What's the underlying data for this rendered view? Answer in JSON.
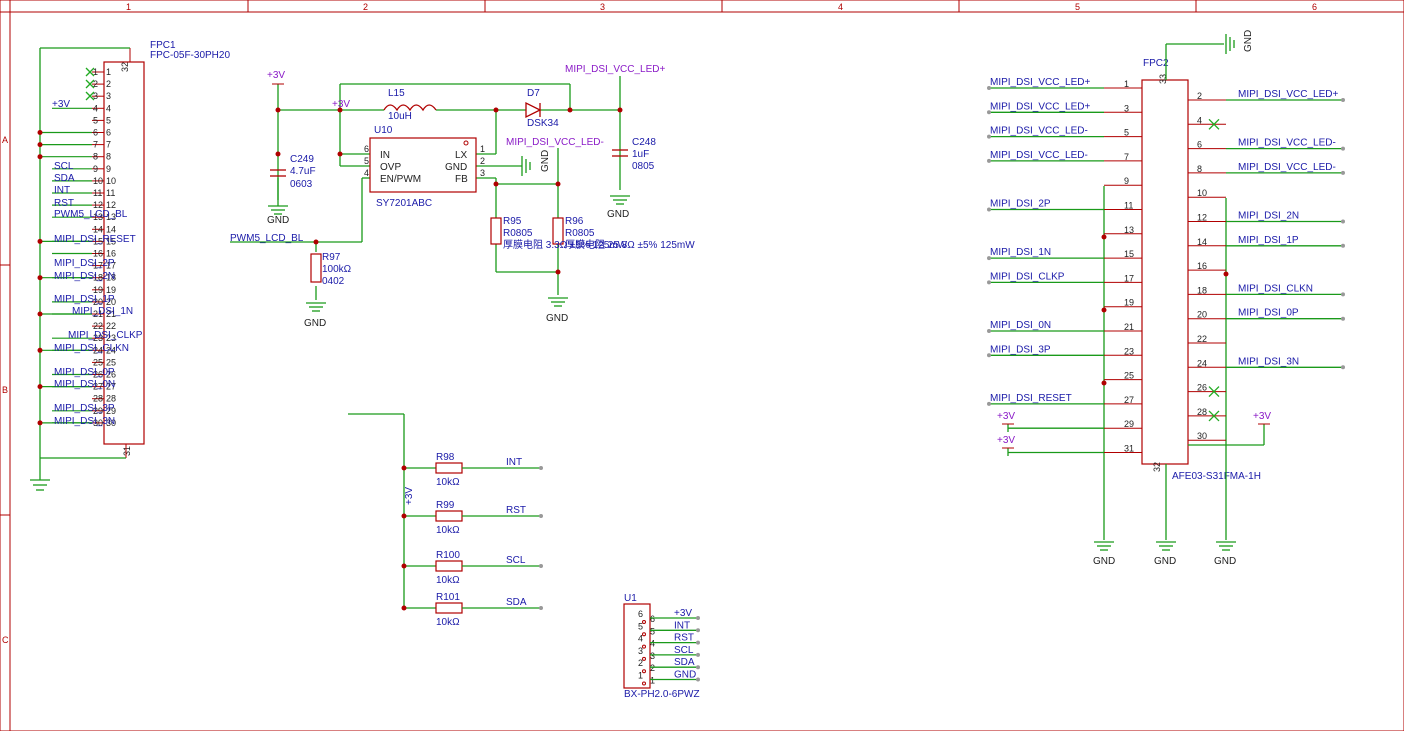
{
  "frame": {
    "columns": [
      "1",
      "2",
      "3",
      "4",
      "5",
      "6"
    ],
    "rows": [
      "A",
      "B",
      "C"
    ]
  },
  "power": {
    "v3": "+3V",
    "gnd": "GND"
  },
  "fpc1": {
    "ref": "FPC1",
    "part": "FPC-05F-30PH20",
    "top_pin": "32",
    "bottom_pin": "31",
    "pins": [
      "1",
      "2",
      "3",
      "4",
      "5",
      "6",
      "7",
      "8",
      "9",
      "10",
      "11",
      "12",
      "13",
      "14",
      "15",
      "16",
      "17",
      "18",
      "19",
      "20",
      "21",
      "22",
      "23",
      "24",
      "25",
      "26",
      "27",
      "28",
      "29",
      "30"
    ],
    "nets": {
      "v3": "+3V",
      "scl": "SCL",
      "sda": "SDA",
      "int": "INT",
      "rst": "RST",
      "pwm": "PWM5_LCD_BL",
      "reset": "MIPI_DSI_RESET",
      "n16": "MIPI_DSI_2P",
      "n18": "MIPI_DSI_2N",
      "n20": "MIPI_DSI_1P",
      "n21": "MIPI_DSI_1N",
      "n23": "MIPI_DSI_CLKP",
      "n24": "MIPI_DSI_CLKN",
      "n26": "MIPI_DSI_0P",
      "n27": "MIPI_DSI_0N",
      "n29": "MIPI_DSI_3P",
      "n30": "MIPI_DSI_3N"
    }
  },
  "boost": {
    "u10_ref": "U10",
    "u10_part": "SY7201ABC",
    "u10_pins_left": [
      "IN",
      "OVP",
      "EN/PWM"
    ],
    "u10_pins_right": [
      "LX",
      "GND",
      "FB"
    ],
    "u10_pinnums_left": [
      "6",
      "5",
      "4"
    ],
    "u10_pinnums_right": [
      "1",
      "2",
      "3"
    ],
    "l15_ref": "L15",
    "l15_val": "10uH",
    "d7_ref": "D7",
    "d7_part": "DSK34",
    "c249_ref": "C249",
    "c249_val": "4.7uF",
    "c249_pkg": "0603",
    "c248_ref": "C248",
    "c248_val": "1uF",
    "c248_pkg": "0805",
    "r95_ref": "R95",
    "r95_pkg": "R0805",
    "r95_desc": "厚膜电阻 3.3Ω ±5% 125mW",
    "r96_ref": "R96",
    "r96_pkg": "R0805",
    "r96_desc": "厚膜电阻 25.8Ω ±5% 125mW",
    "r97_ref": "R97",
    "r97_val": "100kΩ",
    "r97_pkg": "0402",
    "net_led_plus": "MIPI_DSI_VCC_LED+",
    "net_led_minus": "MIPI_DSI_VCC_LED-",
    "net_pwm": "PWM5_LCD_BL"
  },
  "pullups": {
    "rail": "+3V",
    "rows": [
      {
        "ref": "R98",
        "val": "10kΩ",
        "net": "INT"
      },
      {
        "ref": "R99",
        "val": "10kΩ",
        "net": "RST"
      },
      {
        "ref": "R100",
        "val": "10kΩ",
        "net": "SCL"
      },
      {
        "ref": "R101",
        "val": "10kΩ",
        "net": "SDA"
      }
    ]
  },
  "u1": {
    "ref": "U1",
    "part": "BX-PH2.0-6PWZ",
    "pins": [
      "6",
      "5",
      "4",
      "3",
      "2",
      "1"
    ],
    "nets": [
      "+3V",
      "INT",
      "RST",
      "SCL",
      "SDA",
      "GND"
    ]
  },
  "fpc2": {
    "ref": "FPC2",
    "part": "AFE03-S31FMA-1H",
    "top_pin": "33",
    "bottom_pin": "32",
    "left_pins": [
      "1",
      "3",
      "5",
      "7",
      "9",
      "11",
      "13",
      "15",
      "17",
      "19",
      "21",
      "23",
      "25",
      "27",
      "29",
      "31"
    ],
    "right_pins": [
      "2",
      "4",
      "6",
      "8",
      "10",
      "12",
      "14",
      "16",
      "18",
      "20",
      "22",
      "24",
      "26",
      "28",
      "30"
    ],
    "left_nets": [
      "MIPI_DSI_VCC_LED+",
      "MIPI_DSI_VCC_LED+",
      "MIPI_DSI_VCC_LED-",
      "MIPI_DSI_VCC_LED-",
      "",
      "MIPI_DSI_2P",
      "",
      "MIPI_DSI_1N",
      "MIPI_DSI_CLKP",
      "",
      "MIPI_DSI_0N",
      "MIPI_DSI_3P",
      "",
      "MIPI_DSI_RESET",
      "+3V",
      "+3V"
    ],
    "right_nets": [
      "MIPI_DSI_VCC_LED+",
      "",
      "MIPI_DSI_VCC_LED-",
      "MIPI_DSI_VCC_LED-",
      "",
      "MIPI_DSI_2N",
      "MIPI_DSI_1P",
      "",
      "MIPI_DSI_CLKN",
      "MIPI_DSI_0P",
      "",
      "MIPI_DSI_3N",
      "",
      "",
      "+3V"
    ]
  },
  "colors": {
    "wire": "#1a9a1a",
    "component": "#b00000",
    "net_label": "#1a1aa8",
    "power_label": "#8a1ac7",
    "noconnect": "#22aa22"
  }
}
